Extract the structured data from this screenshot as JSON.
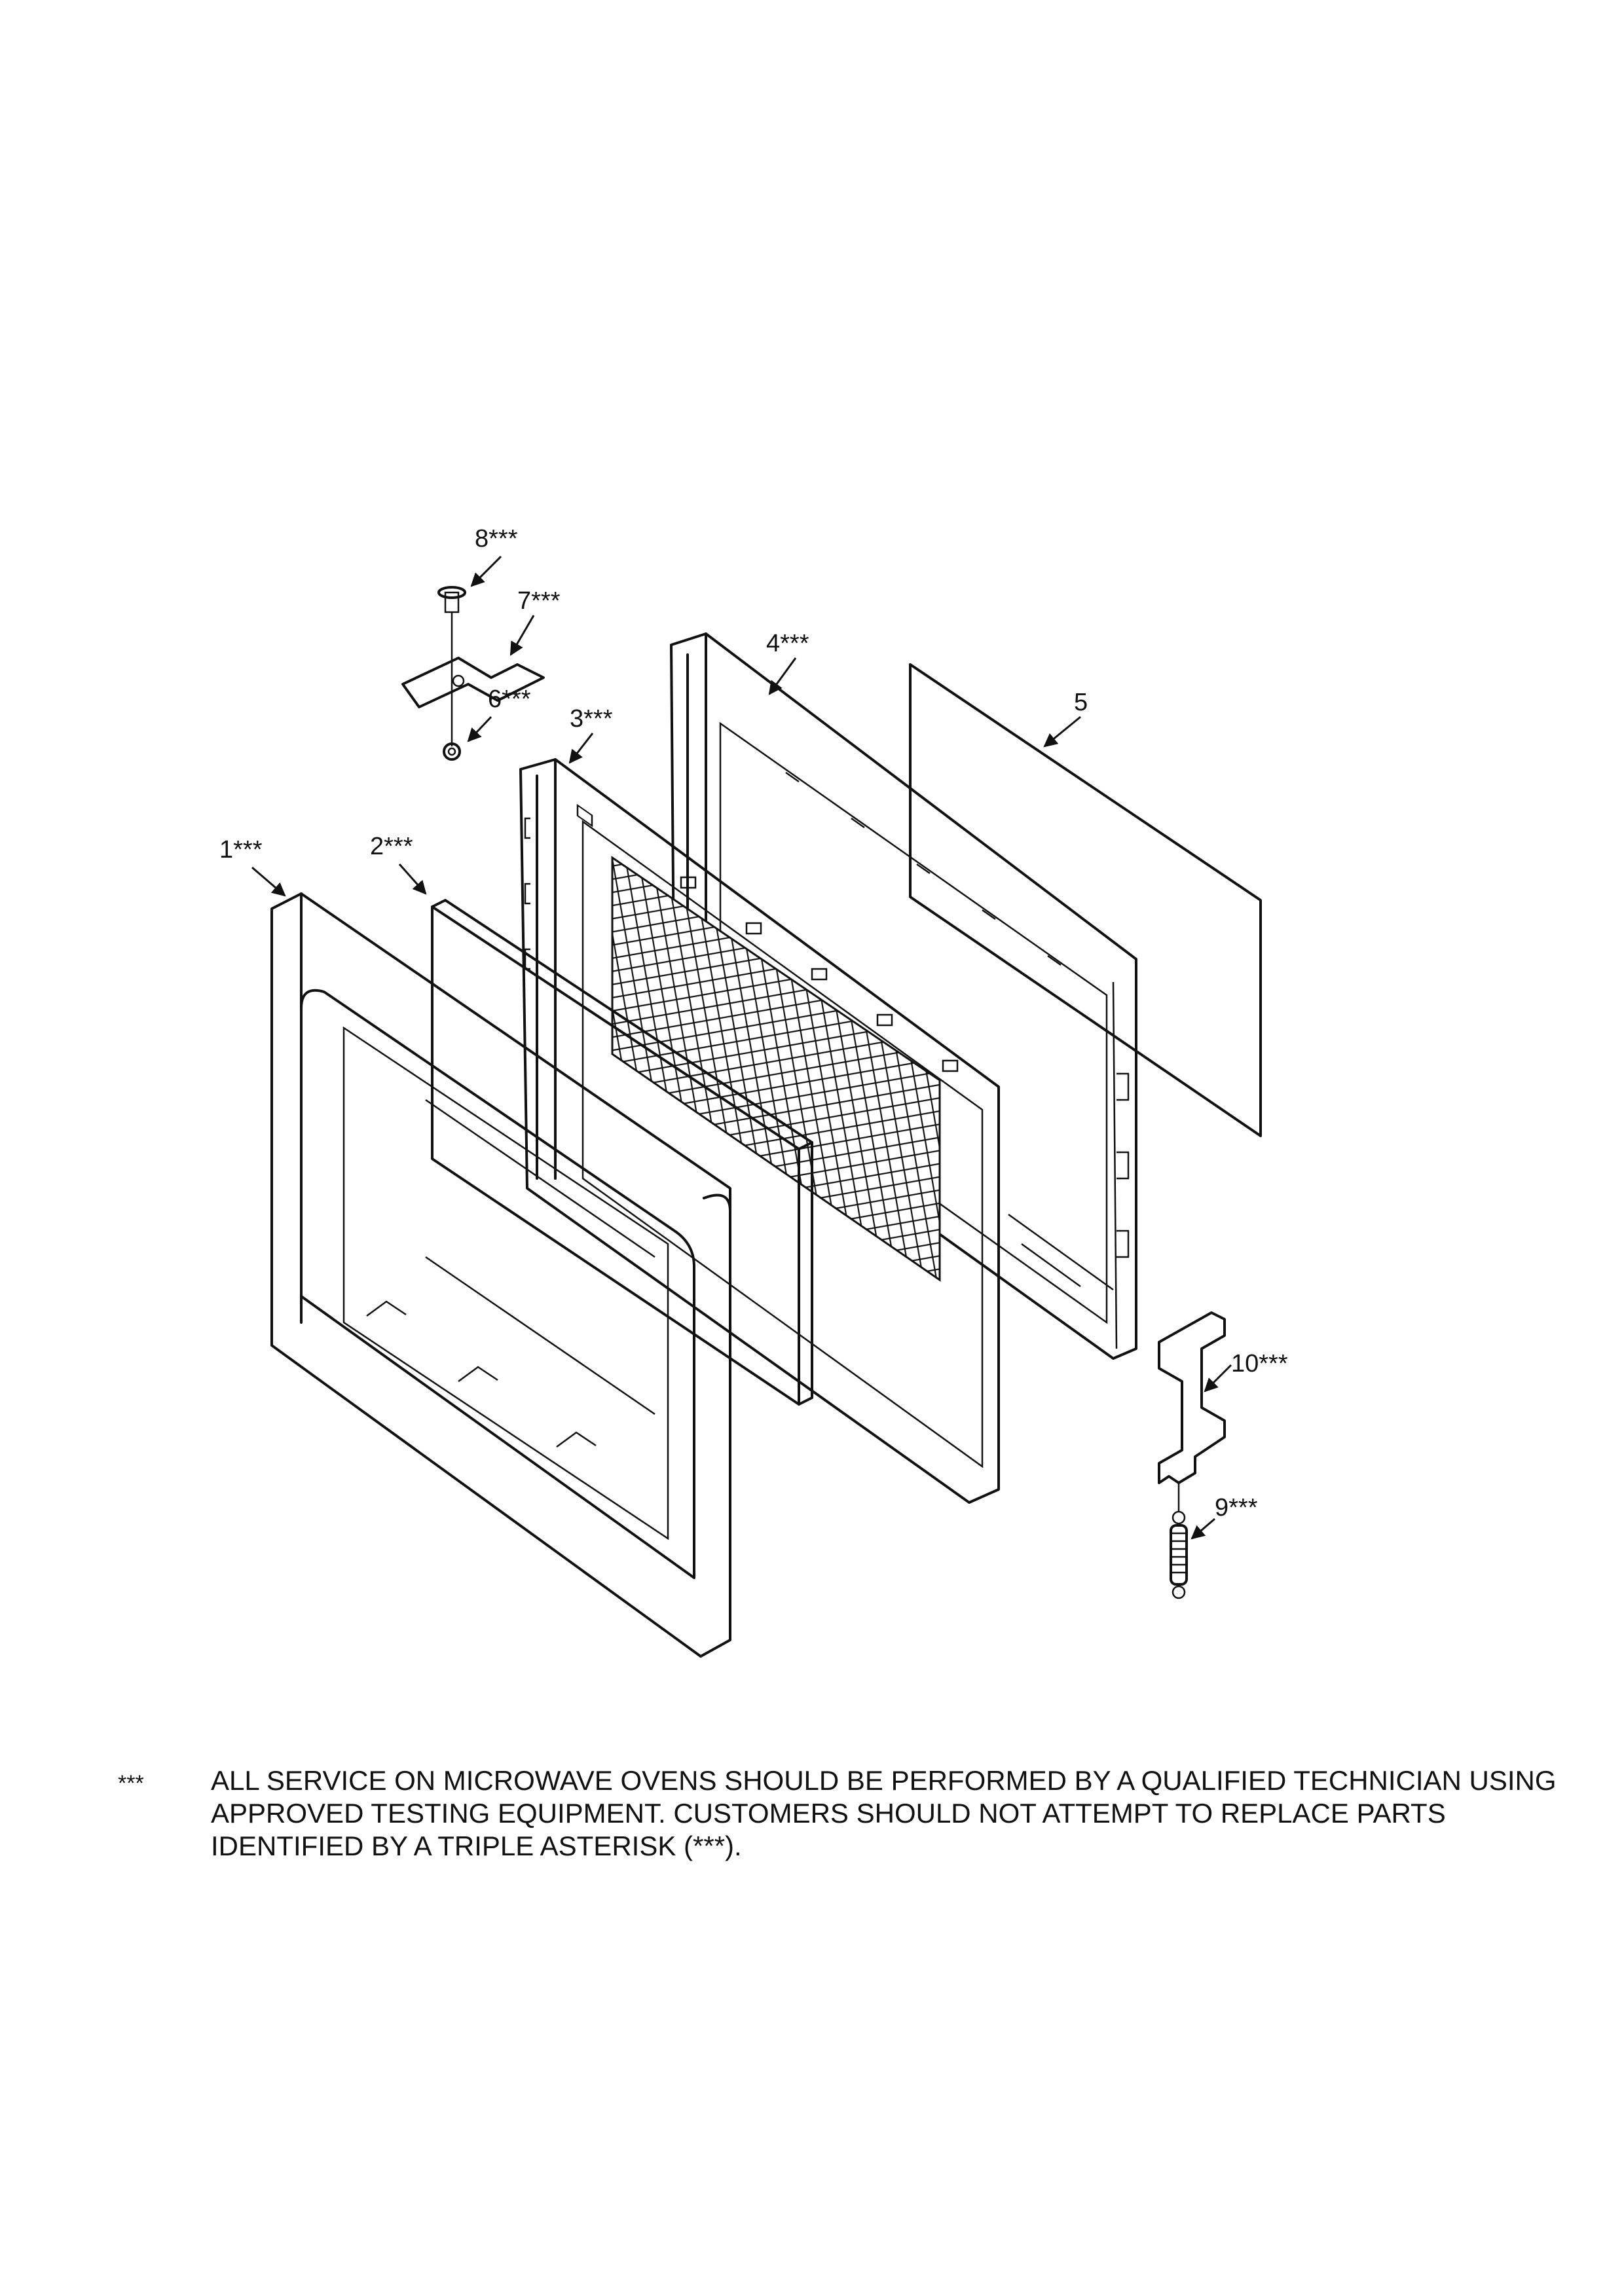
{
  "callouts": {
    "c1": "1***",
    "c2": "2***",
    "c3": "3***",
    "c4": "4***",
    "c5": "5",
    "c6": "6***",
    "c7": "7***",
    "c8": "8***",
    "c9": "9***",
    "c10": "10***"
  },
  "footnote": {
    "marker": "***",
    "line1": "ALL SERVICE ON MICROWAVE OVENS SHOULD BE PERFORMED BY A  QUALIFIED TECHNICIAN USING",
    "line2": "APPROVED TESTING EQUIPMENT.  CUSTOMERS SHOULD NOT ATTEMPT TO REPLACE PARTS",
    "line3": "IDENTIFIED BY A TRIPLE ASTERISK (***)."
  }
}
